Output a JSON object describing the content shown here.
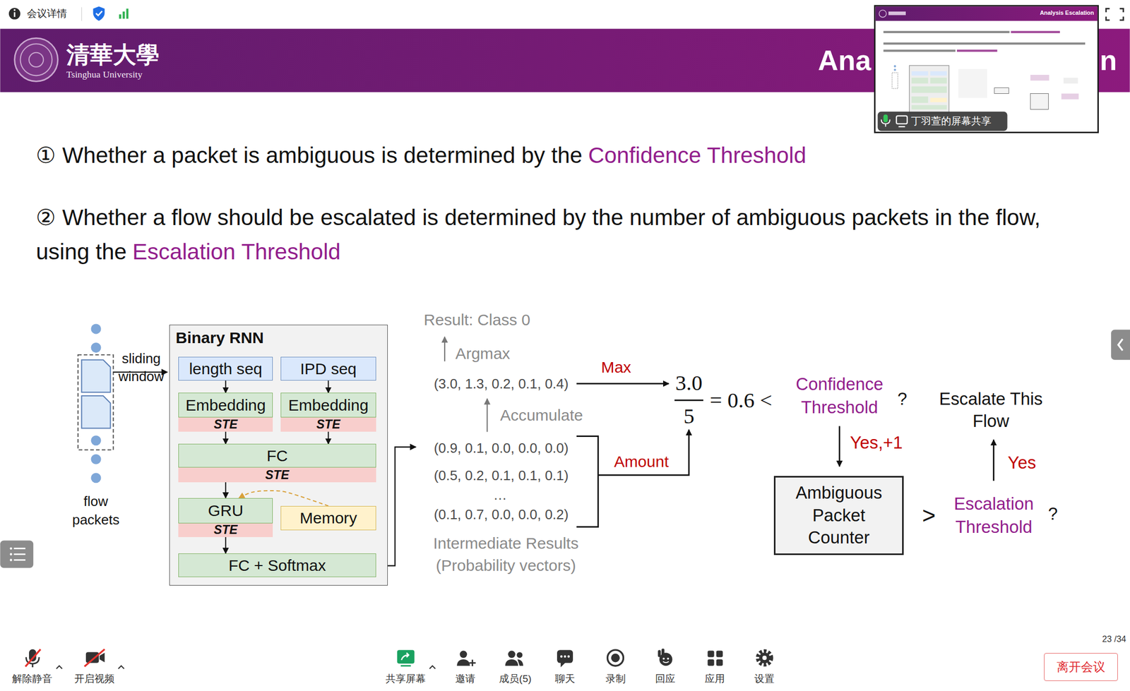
{
  "diagram": {
    "nodes": [
      {
        "text": [
          "丁羽萱的屏幕共享"
        ]
      },
      {
        "text": [
          "Binary RNN"
        ]
      },
      {
        "text": [
          "length seq"
        ],
        "in": 1
      },
      {
        "text": [
          "IPD seq"
        ],
        "in": 1
      },
      {
        "text": [
          "Embedding",
          "STE"
        ],
        "in": 1
      },
      {
        "text": [
          "Embedding",
          "STE"
        ],
        "in": 1
      },
      {
        "text": [
          "FC",
          "STE"
        ],
        "in": 1
      },
      {
        "text": [
          "GRU",
          "STE"
        ],
        "in": 1
      },
      {
        "text": [
          "Memory"
        ],
        "in": 1
      },
      {
        "text": [
          "FC + Softmax"
        ],
        "in": 1
      },
      {
        "text": [
          "Ambiguous Packet Counter"
        ]
      },
      {
        "text": [
          "离开会议"
        ]
      }
    ],
    "edges": [
      {
        "from": 2,
        "to": 4,
        "arrow": "to"
      },
      {
        "from": 3,
        "to": 5,
        "arrow": "to"
      },
      {
        "from": 4,
        "to": 6,
        "arrow": "to"
      },
      {
        "from": 5,
        "to": 6,
        "arrow": "to"
      },
      {
        "from": 6,
        "to": 7,
        "arrow": "to"
      },
      {
        "from": 7,
        "to": 9,
        "arrow": "to"
      },
      {
        "from": 8,
        "to": 7,
        "arrow": "to"
      }
    ],
    "labels": [
      "会议详情",
      "清華大學",
      "Tsinghua University",
      "Ana",
      "n",
      "Analysis Escalation",
      "① Whether a packet is ambiguous is determined by the",
      "Confidence Threshold",
      "② Whether a flow should be escalated is determined by the number of ambiguous packets in the flow, using the",
      "Escalation Threshold",
      "sliding window",
      "flow packets",
      "Result: Class 0",
      "Argmax",
      "(3.0, 1.3, 0.2, 0.1, 0.4)",
      "Accumulate",
      "(0.9, 0.1, 0.0, 0.0, 0.0)",
      "(0.5, 0.2, 0.1, 0.1, 0.1)",
      "…",
      "(0.1, 0.7, 0.0, 0.0, 0.2)",
      "Intermediate Results (Probability vectors)",
      "Max",
      "Amount",
      "3.0",
      "5",
      "= 0.6 <",
      "Confidence Threshold",
      "?",
      "Yes,+1",
      "Escalate This Flow",
      "Yes",
      ">",
      "Escalation Threshold",
      "?",
      "23 /34",
      "解除静音",
      "开启视频",
      "共享屏幕",
      "邀请",
      "成员(5)",
      "聊天",
      "录制",
      "回应",
      "应用",
      "设置"
    ]
  }
}
